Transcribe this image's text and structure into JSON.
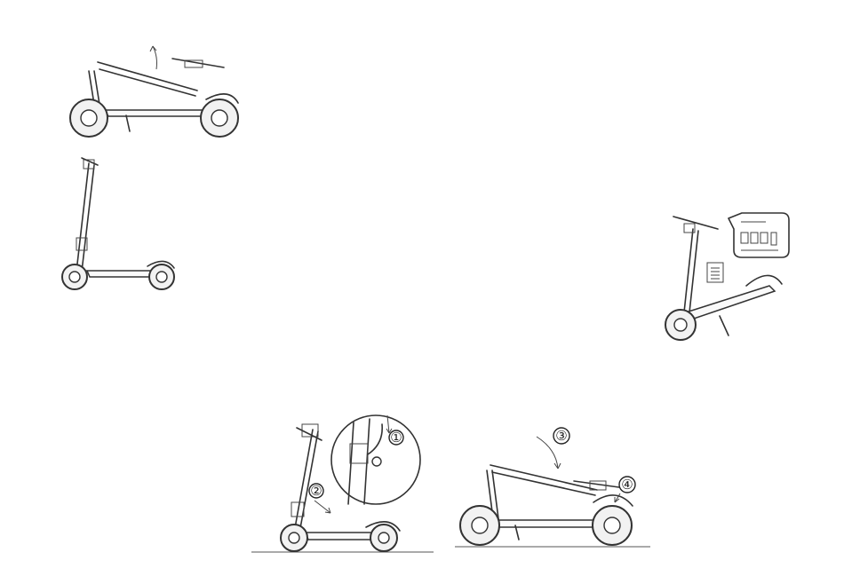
{
  "steps": {
    "step1": "①",
    "step2": "②",
    "step3": "③",
    "step4": "④"
  },
  "colors": {
    "line": "#333333",
    "background": "#ffffff"
  }
}
